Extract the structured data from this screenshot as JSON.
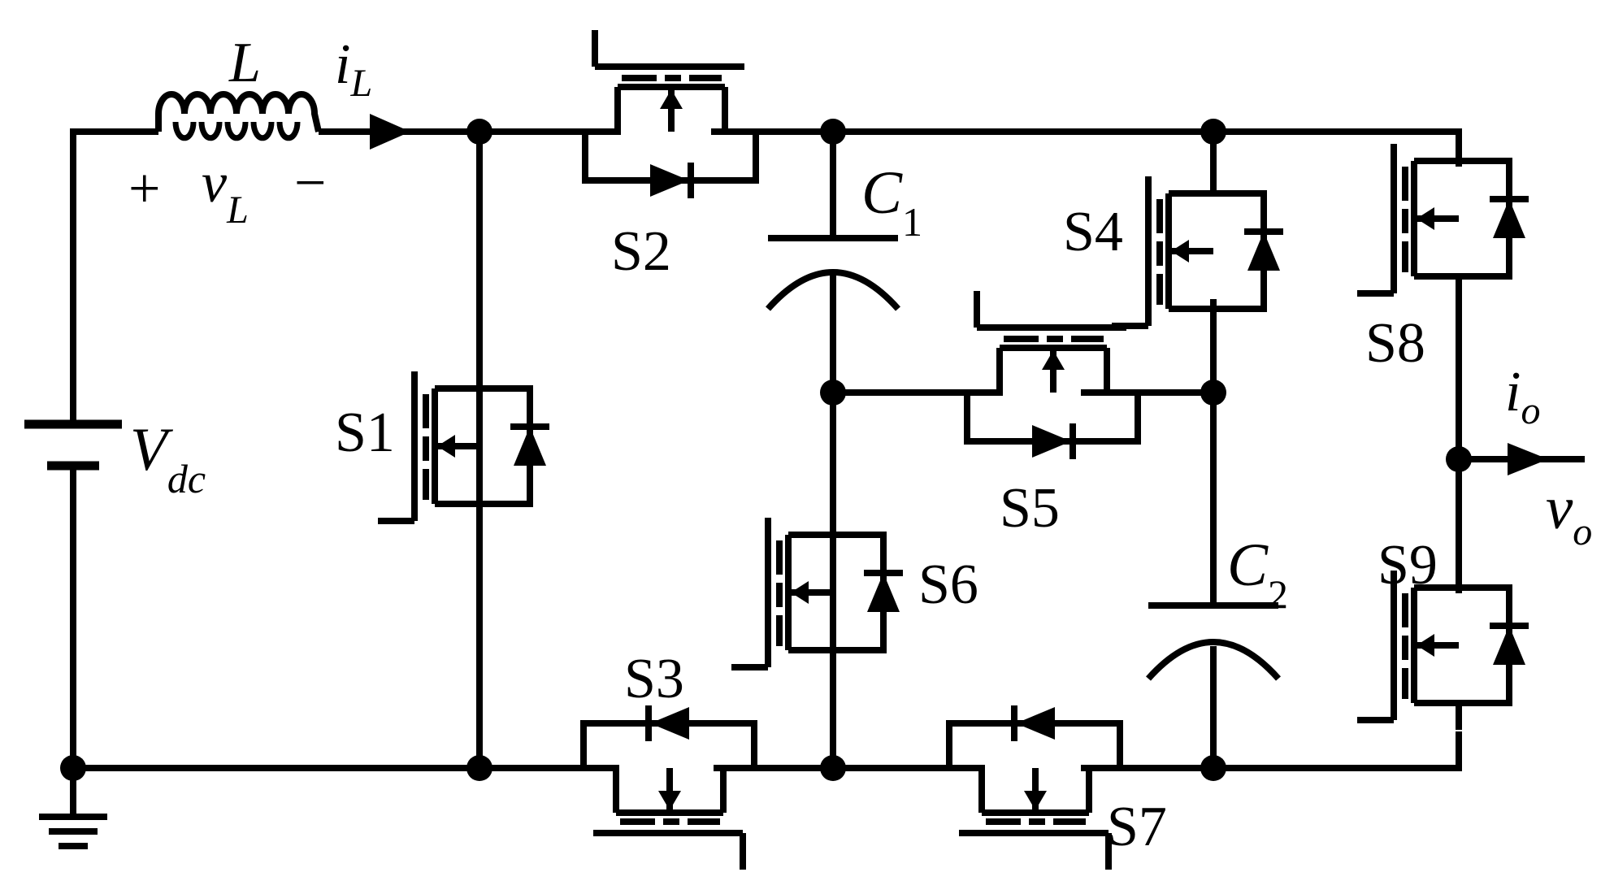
{
  "components": {
    "inductor": {
      "name": "L",
      "current": "i",
      "current_sub": "L",
      "voltage": "v",
      "voltage_sub": "L",
      "plus": "+",
      "minus": "−"
    },
    "source": {
      "name": "V",
      "sub": "dc"
    },
    "cap1": {
      "name": "C",
      "sub": "1"
    },
    "cap2": {
      "name": "C",
      "sub": "2"
    },
    "output": {
      "current": "i",
      "current_sub": "o",
      "voltage": "v",
      "voltage_sub": "o"
    },
    "switches": {
      "s1": "S1",
      "s2": "S2",
      "s3": "S3",
      "s4": "S4",
      "s5": "S5",
      "s6": "S6",
      "s7": "S7",
      "s8": "S8",
      "s9": "S9"
    }
  },
  "colors": {
    "ink": "#000000",
    "background": "#ffffff"
  }
}
